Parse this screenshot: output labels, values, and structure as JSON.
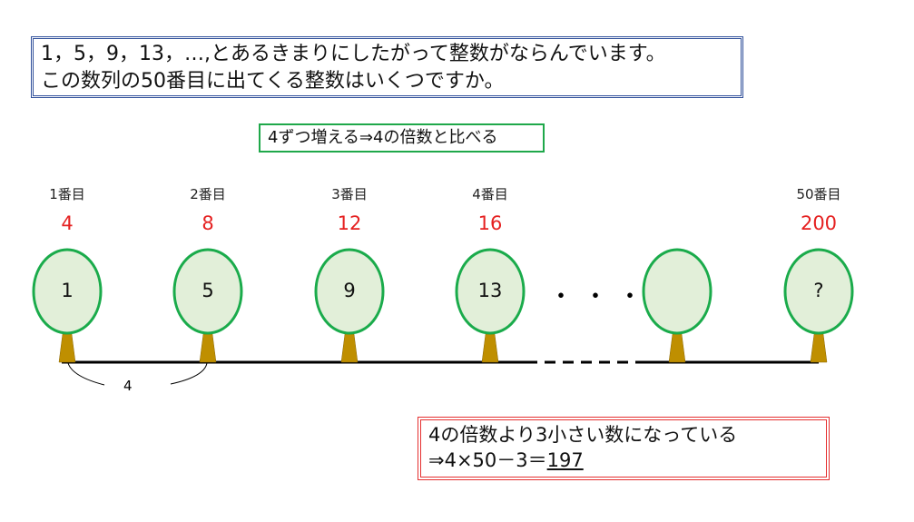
{
  "question": {
    "line1": "1，5，9，13，…,とあるきまりにしたがって整数がならんでいます。",
    "line2": "この数列の50番目に出てくる整数はいくつですか。"
  },
  "hint": "4ずつ増える⇒4の倍数と比べる",
  "trees": [
    {
      "ordinal": "1番目",
      "multiple": "4",
      "value": "1"
    },
    {
      "ordinal": "2番目",
      "multiple": "8",
      "value": "5"
    },
    {
      "ordinal": "3番目",
      "multiple": "12",
      "value": "9"
    },
    {
      "ordinal": "4番目",
      "multiple": "16",
      "value": "13"
    },
    {
      "ordinal": "",
      "multiple": "",
      "value": ""
    },
    {
      "ordinal": "50番目",
      "multiple": "200",
      "value": "?"
    }
  ],
  "ellipsis": "・・・",
  "gap_label": "4",
  "answer": {
    "line1": "4の倍数より3小さい数になっている",
    "line2_prefix": "⇒4×50－3＝",
    "result": "197"
  },
  "colors": {
    "leaf_fill": "#e2efd9",
    "leaf_stroke": "#1aab4b",
    "trunk": "#bf8f00",
    "red": "#e52020"
  }
}
